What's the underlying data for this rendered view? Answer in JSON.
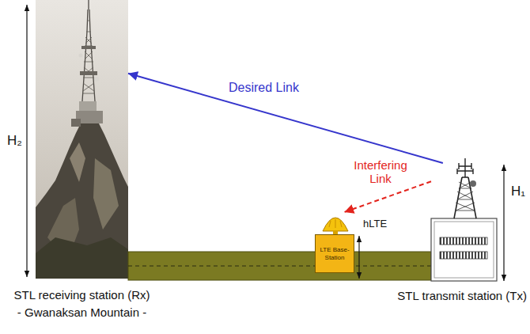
{
  "diagram": {
    "nodes": [
      {
        "text": [
          "STL receiving station (Rx)",
          "- Gwanaksan Mountain -"
        ]
      },
      {
        "text": [
          "LTE Base-Station"
        ]
      },
      {
        "text": [
          "STL transmit station (Tx)"
        ]
      }
    ],
    "edges": [
      {
        "from": 2,
        "to": 0,
        "arrow": "to",
        "label": "Desired Link"
      },
      {
        "from": 2,
        "to": 1,
        "arrow": "to",
        "label": "Interfering Link"
      }
    ],
    "labels": [
      "H₂",
      "hLTE",
      "H₁"
    ]
  }
}
